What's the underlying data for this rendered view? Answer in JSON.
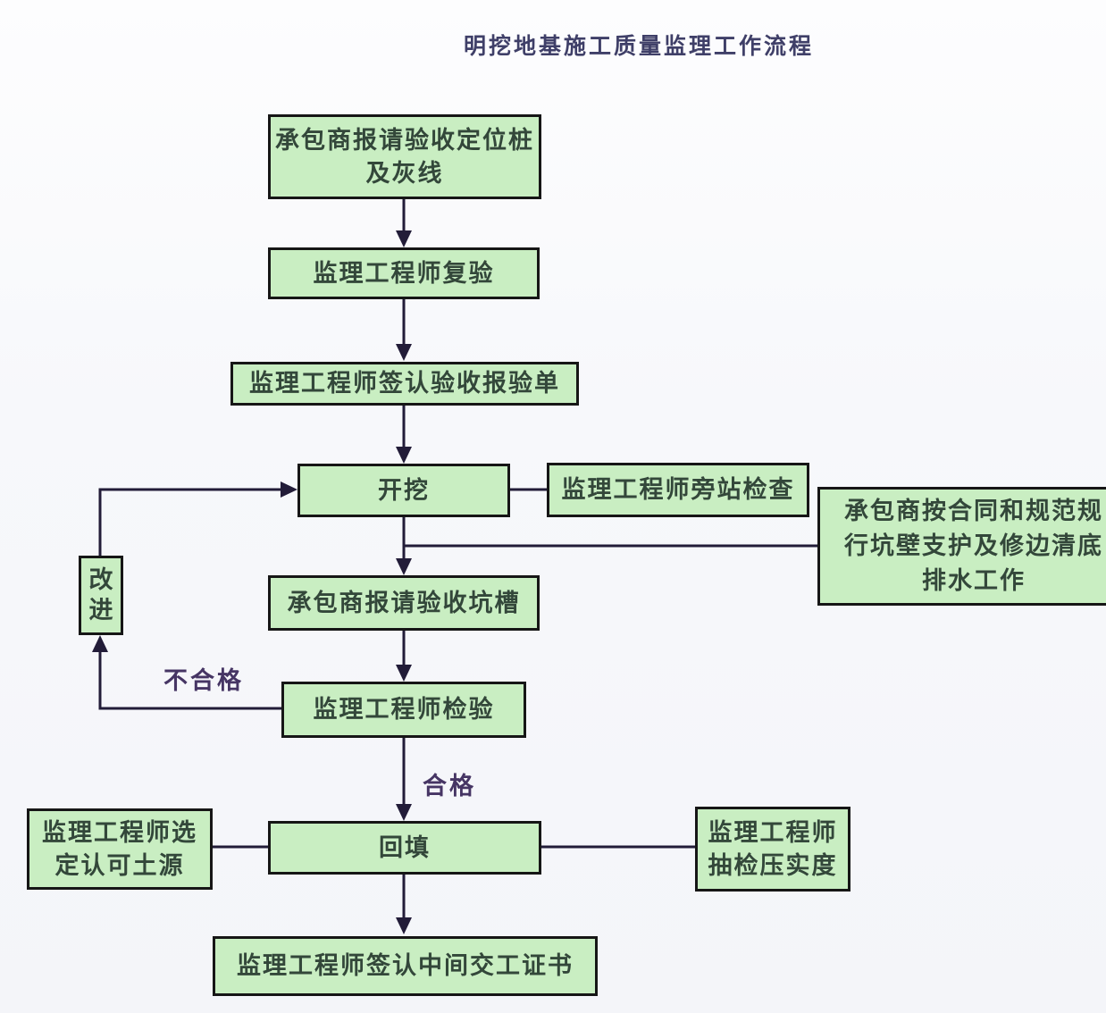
{
  "title": "明挖地基施工质量监理工作流程",
  "colors": {
    "box_fill": "#c9eec2",
    "box_border": "#161616",
    "box_text": "#33473a",
    "line": "#221c38",
    "edge_label_text": "#463564",
    "title_text": "#3f3f68",
    "background": "#f7f8fb"
  },
  "nodes": {
    "report_stakes": {
      "label": "承包商报请验收定位桩\n及灰线"
    },
    "engineer_recheck": {
      "label": "监理工程师复验"
    },
    "sign_inspection_form": {
      "label": "监理工程师签认验收报验单"
    },
    "excavation": {
      "label": "开挖"
    },
    "side_station_check": {
      "label": "监理工程师旁站检查"
    },
    "support_work": {
      "label": "承包商按合同和规范规\n行坑壁支护及修边清底\n排水工作"
    },
    "improve": {
      "label": "改\n进"
    },
    "report_pit": {
      "label": "承包商报请验收坑槽"
    },
    "engineer_inspect": {
      "label": "监理工程师检验"
    },
    "backfill": {
      "label": "回填"
    },
    "soil_source": {
      "label": "监理工程师选\n定认可土源"
    },
    "compaction_check": {
      "label": "监理工程师\n抽检压实度"
    },
    "sign_certificate": {
      "label": "监理工程师签认中间交工证书"
    }
  },
  "edge_labels": {
    "fail": "不合格",
    "pass": "合格"
  }
}
